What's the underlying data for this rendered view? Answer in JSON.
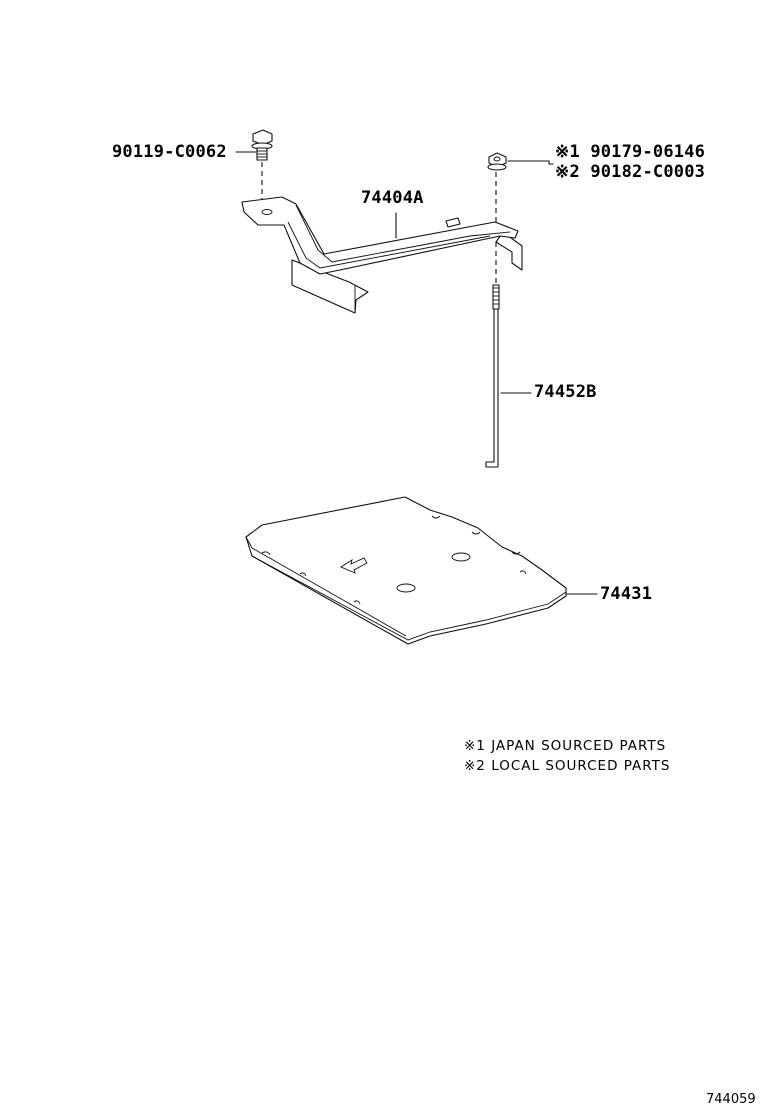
{
  "parts": {
    "bolt": "90119-C0062",
    "nut_japan": "※1 90179-06146",
    "nut_local": "※2 90182-C0003",
    "clamp": "74404A",
    "rod": "74452B",
    "tray": "74431"
  },
  "notes": {
    "japan": "※1 JAPAN SOURCED PARTS",
    "local": "※2 LOCAL SOURCED PARTS"
  },
  "figure_code": "744059"
}
